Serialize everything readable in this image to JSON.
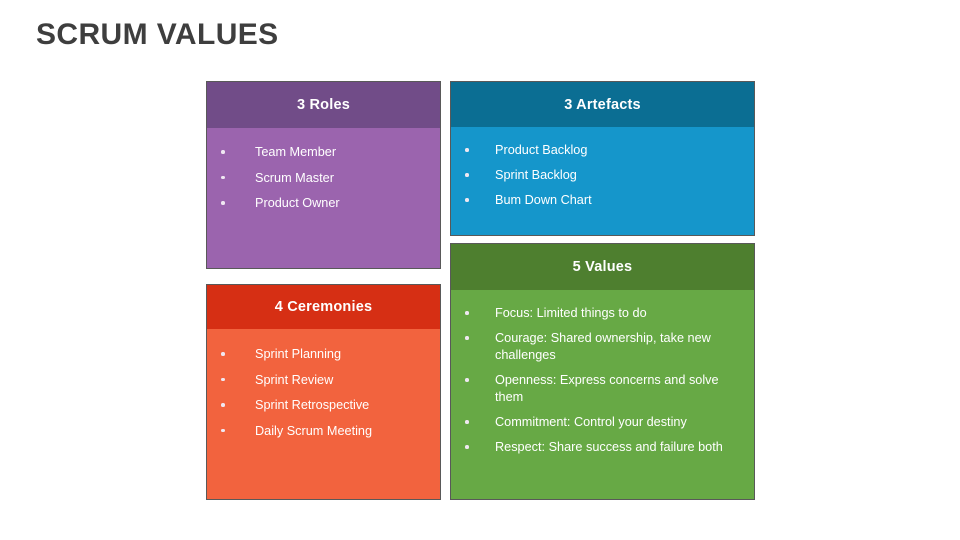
{
  "slide": {
    "title": "SCRUM VALUES",
    "title_color": "#3e3e3e",
    "background": "#ffffff"
  },
  "cards": [
    {
      "id": "roles",
      "header": "3 Roles",
      "header_color": "#714C88",
      "body_color": "#9B64AE",
      "items": [
        "Team Member",
        "Scrum Master",
        "Product Owner"
      ]
    },
    {
      "id": "artefacts",
      "header": "3 Artefacts",
      "header_color": "#0B6E93",
      "body_color": "#1596CB",
      "items": [
        "Product Backlog",
        "Sprint Backlog",
        "Bum Down Chart"
      ]
    },
    {
      "id": "ceremonies",
      "header": "4 Ceremonies",
      "header_color": "#D62F14",
      "body_color": "#F2633E",
      "items": [
        "Sprint Planning",
        "Sprint Review",
        "Sprint Retrospective",
        "Daily Scrum Meeting"
      ]
    },
    {
      "id": "values",
      "header": "5 Values",
      "header_color": "#4E7F2F",
      "body_color": "#67A945",
      "items": [
        "Focus: Limited things to do",
        "Courage: Shared ownership, take new challenges",
        "Openness: Express concerns and solve them",
        "Commitment: Control your destiny",
        "Respect: Share success and failure both"
      ]
    }
  ]
}
